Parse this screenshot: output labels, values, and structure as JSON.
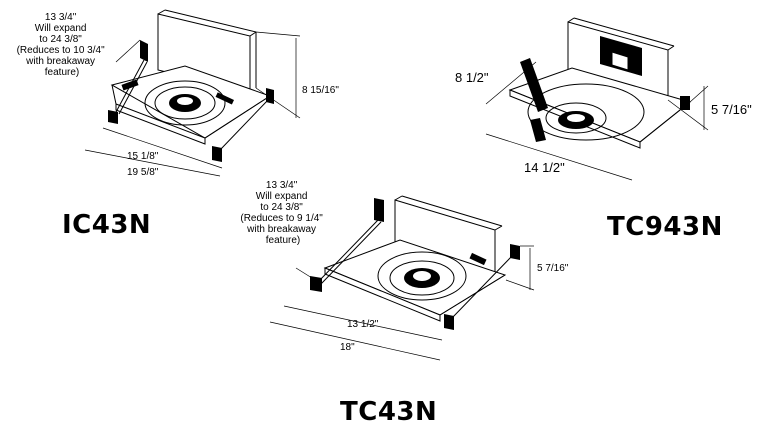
{
  "ic43n": {
    "model": "IC43N",
    "depth_note": [
      "13 3/4\"",
      "Will expand",
      "to 24 3/8\"",
      "(Reduces to 10 3/4\"",
      "with breakaway",
      "feature)"
    ],
    "height": "8 15/16\"",
    "inner_width": "15 1/8\"",
    "outer_width": "19 5/8\""
  },
  "tc943n": {
    "model": "TC943N",
    "depth": "8 1/2\"",
    "height": "5 7/16\"",
    "width": "14 1/2\""
  },
  "tc43n": {
    "model": "TC43N",
    "depth_note": [
      "13 3/4\"",
      "Will expand",
      "to 24 3/8\"",
      "(Reduces to 9 1/4\"",
      "with breakaway",
      "feature)"
    ],
    "height": "5 7/16\"",
    "inner_width": "13 1/2\"",
    "outer_width": "18\""
  }
}
